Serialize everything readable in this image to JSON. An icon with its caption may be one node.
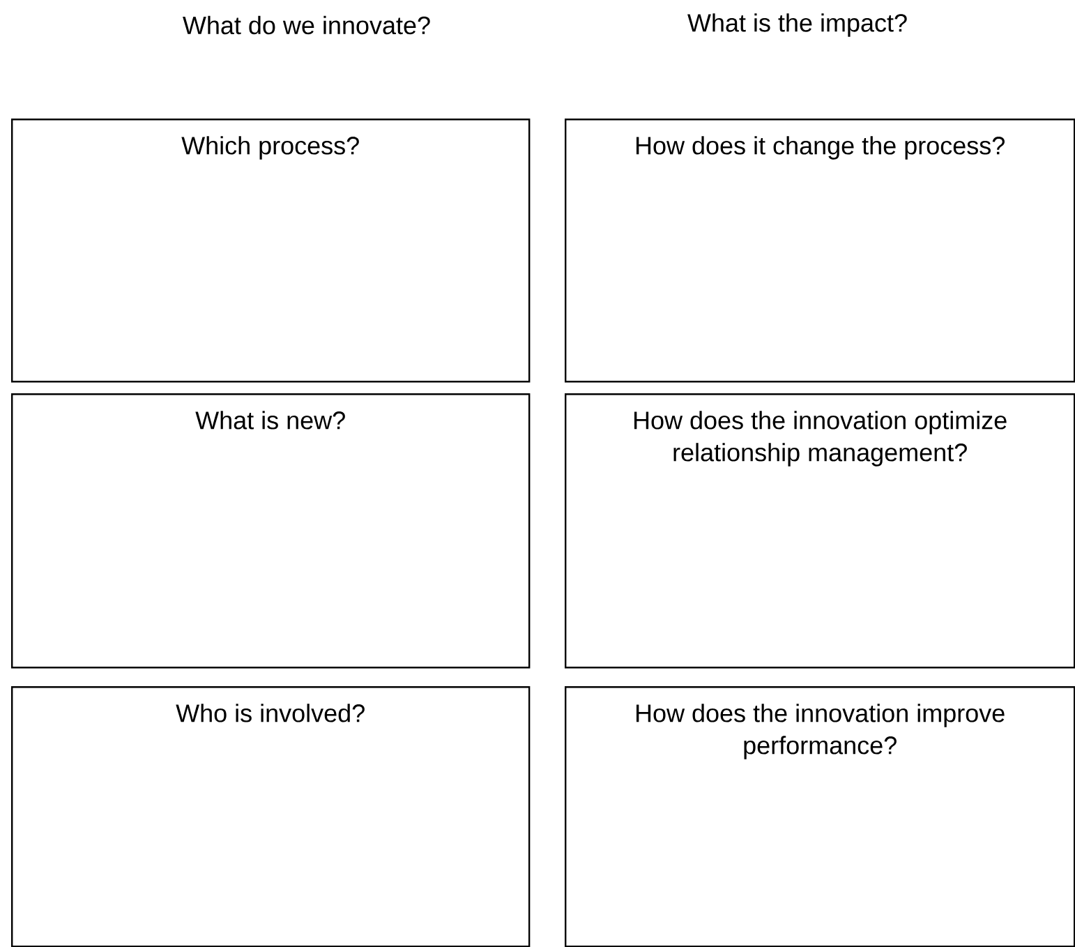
{
  "diagram": {
    "nodes": [
      {
        "text": [
          "Which process?"
        ]
      },
      {
        "text": [
          "How does it change the process?"
        ]
      },
      {
        "text": [
          "What is new?"
        ]
      },
      {
        "text": [
          "How does the innovation optimize relationship management?"
        ]
      },
      {
        "text": [
          "Who is involved?"
        ]
      },
      {
        "text": [
          "How does the innovation improve performance?"
        ]
      }
    ],
    "labels": [
      "What do we innovate?",
      "What is the impact?"
    ]
  }
}
